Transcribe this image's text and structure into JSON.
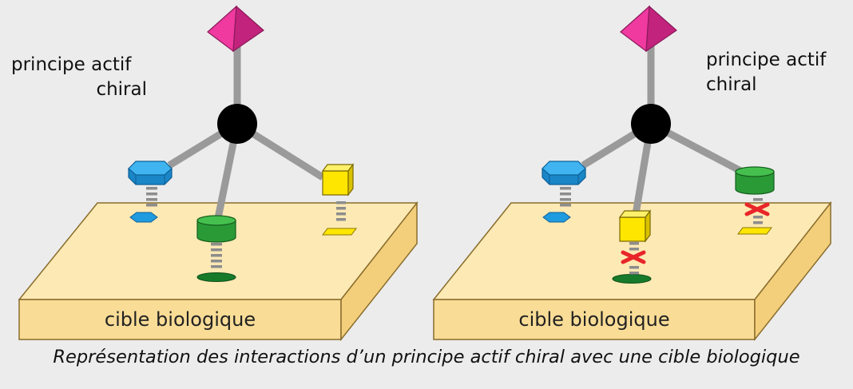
{
  "panels": [
    {
      "molecule_label_line1": "principe actif",
      "molecule_label_line2": "chiral",
      "target_label": "cible biologique",
      "interactions": [
        "match",
        "match",
        "match"
      ]
    },
    {
      "molecule_label_line1": "principe actif",
      "molecule_label_line2": "chiral",
      "target_label": "cible biologique",
      "interactions": [
        "match",
        "mismatch",
        "mismatch"
      ]
    }
  ],
  "caption": "Représentation des interactions d’un principe actif chiral avec une cible biologique",
  "colors": {
    "background": "#ececec",
    "platform_top": "#fde9b4",
    "platform_side": "#f7d98e",
    "platform_edge": "#8a6d2c",
    "pyramid": "#e8449a",
    "center_atom": "#000000",
    "bond": "#9a9a9a",
    "hexagon": "#1f9be0",
    "cylinder": "#2ca83c",
    "cube": "#ffe600",
    "mismatch_cross": "#e8262a"
  },
  "icons": {
    "group_top": "pink-pyramid-icon",
    "group_a": "blue-hexagon-icon",
    "group_b": "green-cylinder-icon",
    "group_c": "yellow-cube-icon",
    "mismatch": "red-cross-icon"
  }
}
